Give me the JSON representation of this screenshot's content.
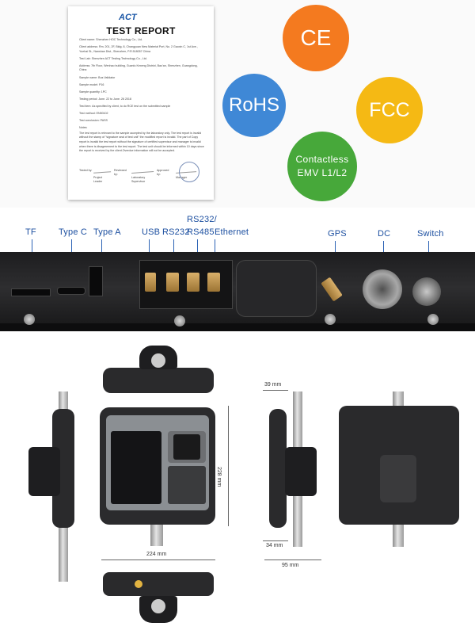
{
  "report": {
    "logo": "ACT",
    "title": "TEST REPORT",
    "client_name": "Client name: Shenzhen HOC Technology Co., Ltd.",
    "client_address": "Client address: Rm. 201, 2F, Bldg. 8, Changyuan New Material Port, No. 2 Gaoxin C, 1st Ave., Yuehai St., Nanshan Dist., Shenzhen, P.R.518057 China",
    "test_lab": "Test Lab: Shenzhen ACT Testing Technology Co., Ltd.",
    "lab_address": "Address: 7th Floor, Wenhao building, Guanlu Kexeng District, Bao'an, Shenzhen, Guangdong, China",
    "sample_name": "Sample name: Bus Validator",
    "sample_model": "Sample model: P16",
    "sample_quantity": "Sample quantity: 1PC",
    "testing_period": "Testing period: June. 22 to June. 26 2018",
    "test_item": "Test item: As specified by client, to do RCE test on the submitted sample",
    "test_method": "Test method: EN50102",
    "test_conclusion": "Test conclusion: PASS",
    "notes_label": "Notes:",
    "notes_text": "The test report is relevant to the sample accepted by the laboratory only. The test report is invalid without the stamp of \"signature seal of test unit\" the modified report is invalid. The part of Copy report is invalid the test report without the signature of certified supervisor and manager is invalid when there is disagreement to the test report. The test unit should be informed within 10 days since the report is received by the client.Overdue information will not be accepted.",
    "tested_by": "Tested by:",
    "reviewed_by": "Reviewed by:",
    "approved_by": "Approved by:",
    "project_leader": "Project Leader",
    "lab_supervisor": "Laboratory Supervisor",
    "manager": "Manager"
  },
  "badges": {
    "ce": "CE",
    "rohs": "RoHS",
    "fcc": "FCC",
    "contactless_line1": "Contactless",
    "contactless_line2": "EMV L1/L2"
  },
  "ports": {
    "tf": "TF",
    "type_c": "Type C",
    "type_a": "Type A",
    "usb": "USB",
    "rs232": "RS232",
    "rs232_rs485_line1": "RS232/",
    "rs232_rs485_line2": "RS485",
    "ethernet": "Ethernet",
    "gps": "GPS",
    "dc": "DC",
    "switch": "Switch"
  },
  "dimensions": {
    "width": "224 mm",
    "height": "228 mm",
    "depth_top": "39 mm",
    "depth_bottom": "34 mm",
    "depth_overall": "95 mm"
  },
  "colors": {
    "ce": "#f47a1f",
    "rohs": "#3f88d6",
    "fcc": "#f5b914",
    "contactless": "#47a83a",
    "port_label": "#1c4fa0"
  }
}
